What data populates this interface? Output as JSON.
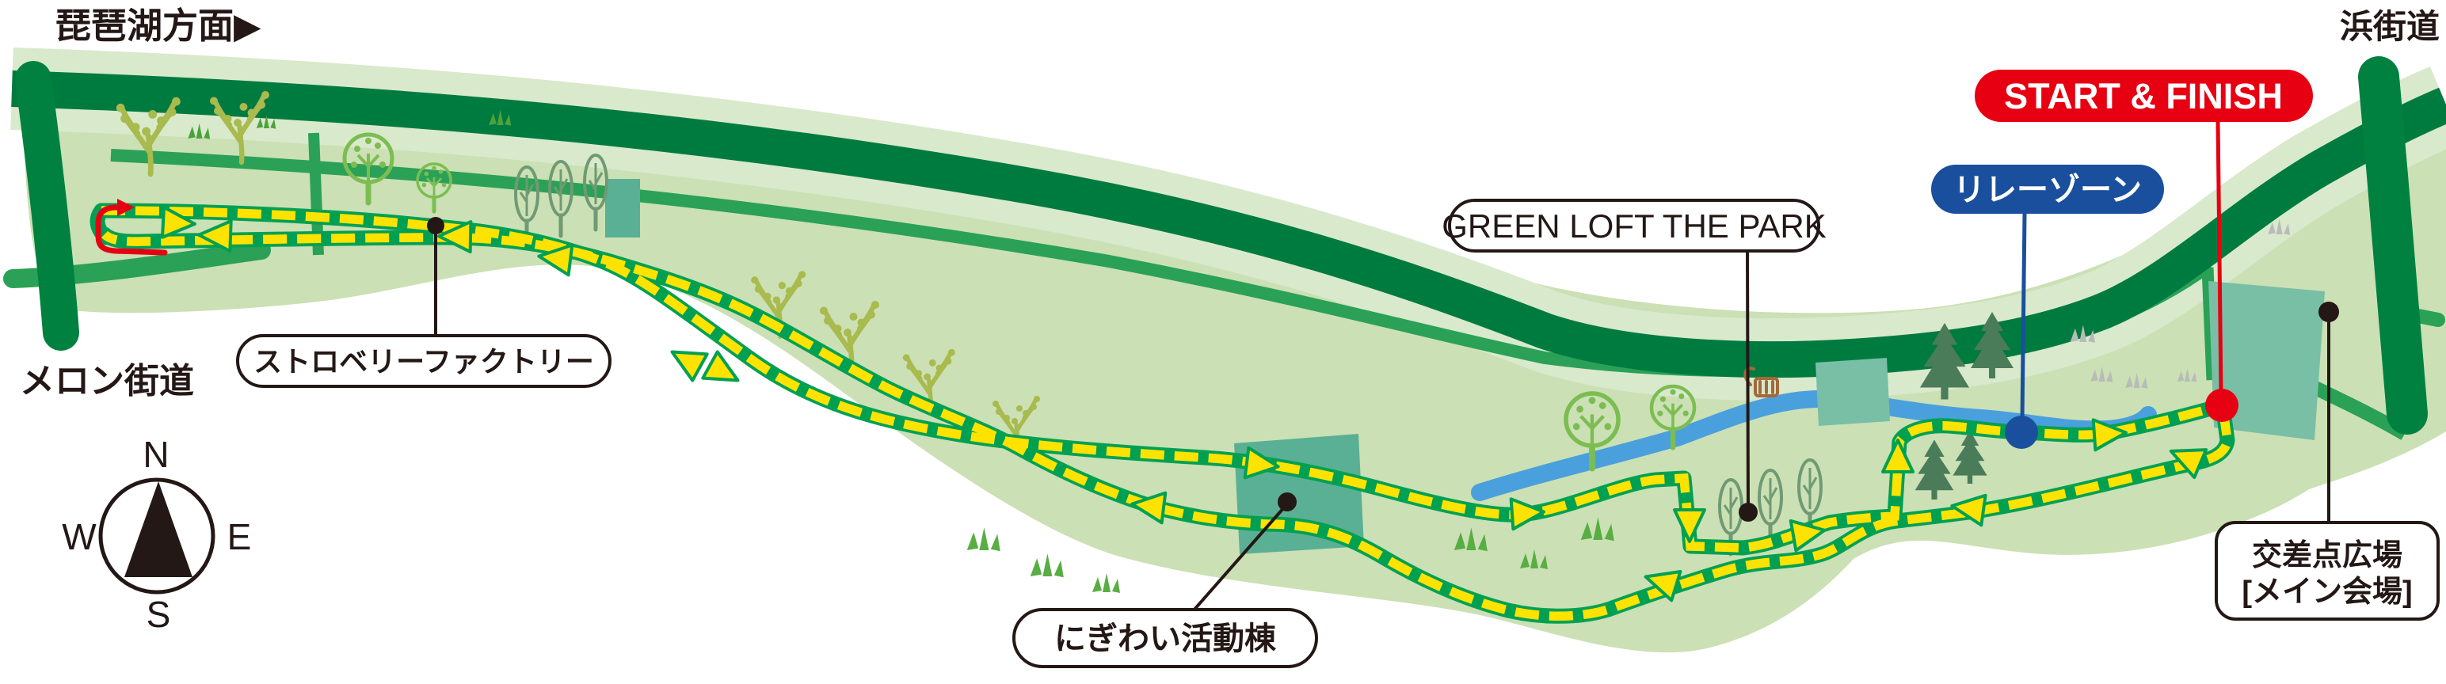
{
  "header": {
    "biwako_direction": "琵琶湖方面▶"
  },
  "roads": {
    "hama_kaido": "浜街道",
    "melon_kaido": "メロン街道"
  },
  "badges": {
    "start_finish": "START & FINISH",
    "relay_zone": "リレーゾーン"
  },
  "labels": {
    "strawberry_factory": "ストロベリーファクトリー",
    "green_loft": "GREEN LOFT THE PARK",
    "nigiwai_building": "にぎわい活動棟",
    "plaza_line1": "交差点広場",
    "plaza_line2": "[メイン会場]"
  },
  "compass": {
    "north": "N",
    "south": "S",
    "east": "E",
    "west": "W"
  },
  "colors": {
    "start_finish_red": "#e60012",
    "relay_zone_blue": "#1a4f9d",
    "course_yellow": "#ffe300",
    "course_green": "#00a053",
    "road_dark_green": "#007b40",
    "road_medium_green": "#2aa157",
    "park_light_green": "#cbe0b4",
    "pale_shoulder_green": "#d9e9cc",
    "stream_blue": "#4aa0dd",
    "building_teal": "#5ab094",
    "plaza_teal": "#79bfa6",
    "ink_black": "#231815"
  }
}
